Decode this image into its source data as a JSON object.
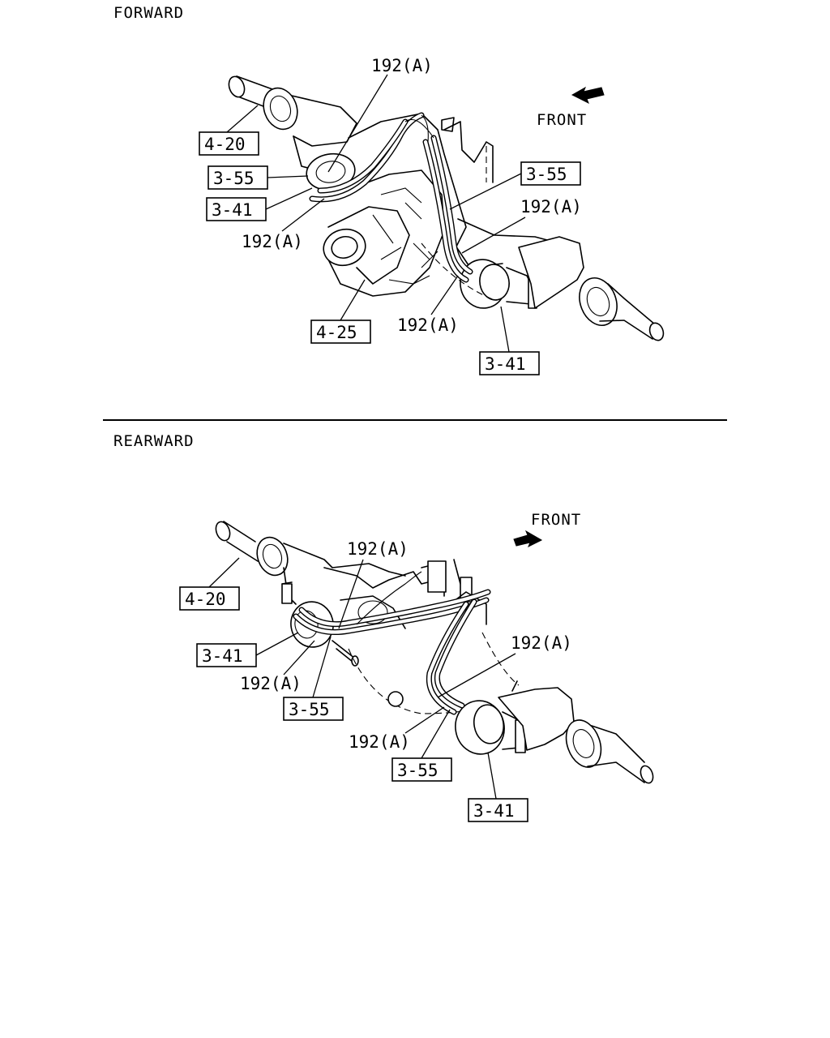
{
  "sections": {
    "forward": {
      "heading": "FORWARD",
      "front_label": "FRONT",
      "callouts": {
        "c_4_20": "4-20",
        "c_3_55_left": "3-55",
        "c_3_41_left": "3-41",
        "c_192a_top": "192(A)",
        "c_192a_left": "192(A)",
        "c_3_55_right": "3-55",
        "c_192a_right": "192(A)",
        "c_4_25": "4-25",
        "c_192a_bottom": "192(A)",
        "c_3_41_bottom": "3-41"
      }
    },
    "rearward": {
      "heading": "REARWARD",
      "front_label": "FRONT",
      "callouts": {
        "c_4_20": "4-20",
        "c_192a_top": "192(A)",
        "c_3_41_left": "3-41",
        "c_192a_left": "192(A)",
        "c_3_55_left": "3-55",
        "c_192a_right": "192(A)",
        "c_192a_bottom": "192(A)",
        "c_3_55_bottom": "3-55",
        "c_3_41_bottom": "3-41"
      }
    }
  }
}
